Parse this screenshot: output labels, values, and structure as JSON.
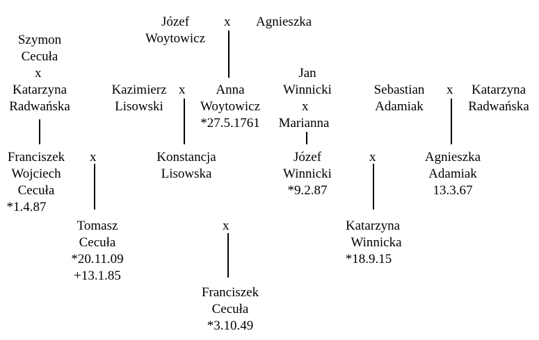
{
  "people": {
    "jozef_woytowicz": [
      "Józef",
      "Woytowicz"
    ],
    "agnieszka": [
      "Agnieszka"
    ],
    "szymon_cecula": [
      "Szymon",
      "Cecuła"
    ],
    "katarzyna_radwanska_1": [
      "Katarzyna",
      "Radwańska"
    ],
    "kazimierz_lisowski": [
      "Kazimierz",
      "Lisowski"
    ],
    "anna_woytowicz": [
      "Anna",
      "Woytowicz",
      "*27.5.1761"
    ],
    "jan_winnicki": [
      "Jan",
      "Winnicki"
    ],
    "marianna": [
      "Marianna"
    ],
    "sebastian_adamiak": [
      "Sebastian",
      "Adamiak"
    ],
    "katarzyna_radwanska_2": [
      "Katarzyna",
      "Radwańska"
    ],
    "franciszek_wojciech_cecula": [
      "Franciszek",
      "Wojciech",
      "Cecuła",
      "*1.4.87"
    ],
    "konstancja_lisowska": [
      "Konstancja",
      "Lisowska"
    ],
    "jozef_winnicki": [
      "Józef",
      "Winnicki",
      "*9.2.87"
    ],
    "agnieszka_adamiak": [
      "Agnieszka",
      "Adamiak",
      "13.3.67"
    ],
    "tomasz_cecula": [
      "Tomasz",
      "Cecuła",
      "*20.11.09",
      "+13.1.85"
    ],
    "katarzyna_winnicka": [
      "Katarzyna",
      "Winnicka",
      "*18.9.15"
    ],
    "franciszek_cecula": [
      "Franciszek",
      "Cecuła",
      "*3.10.49"
    ]
  },
  "marriage_symbol": "x"
}
